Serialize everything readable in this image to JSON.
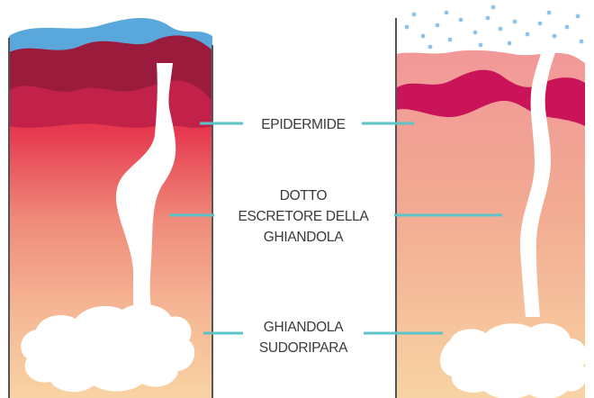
{
  "labels": {
    "epidermide": "EPIDERMIDE",
    "dotto_line1": "DOTTO",
    "dotto_line2": "ESCRETORE DELLA",
    "dotto_line3": "GHIANDOLA",
    "ghiandola_line1": "GHIANDOLA",
    "ghiandola_line2": "SUDORIPARA"
  },
  "colors": {
    "leader": "#5cc3c6",
    "sweat": "#5aa7dc",
    "left_epidermis_dark": "#9a1b3c",
    "left_epidermis_mid": "#c3244a",
    "left_dermis_top": "#e12a45",
    "left_dermis_bottom": "#f8d3a3",
    "right_epidermis": "#c9145a",
    "right_dermis_top": "#f0a28f",
    "right_dermis_bottom": "#f8d3a3",
    "outline": "#555555"
  }
}
